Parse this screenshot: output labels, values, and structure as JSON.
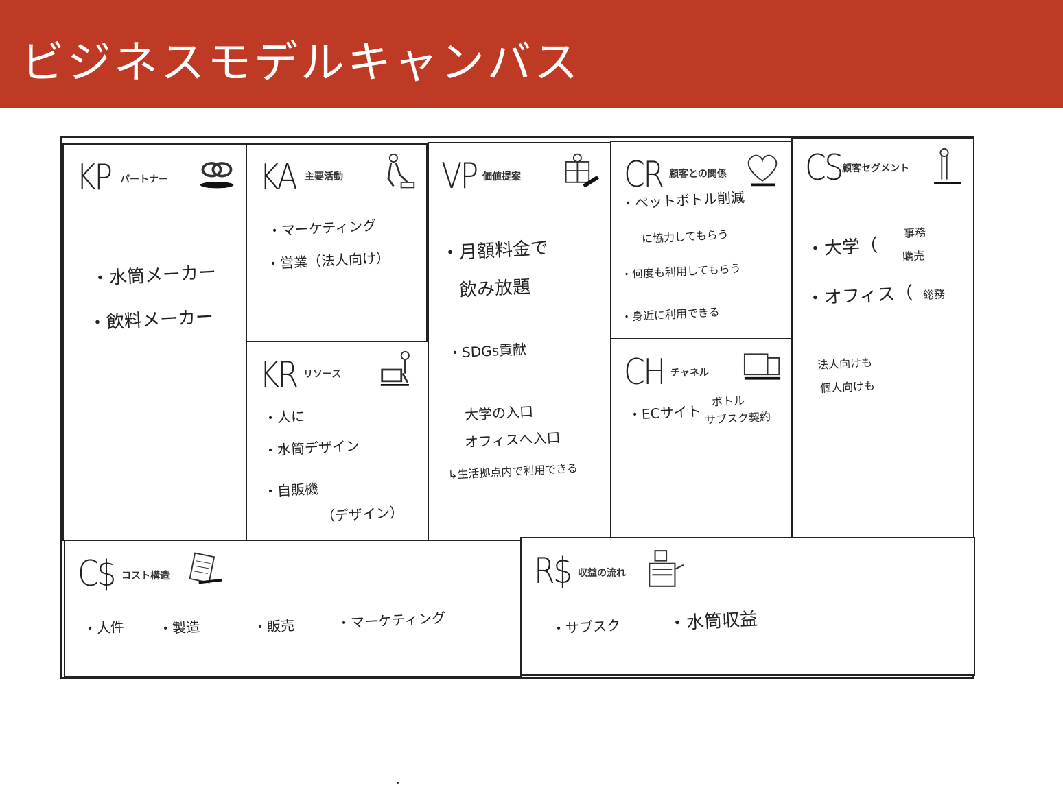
{
  "header": {
    "title": "ビジネスモデルキャンバス",
    "color": "#bf3a24"
  },
  "canvas": {
    "kp": {
      "code": "KP",
      "label": "パートナー",
      "icon": "chain-link-icon",
      "items": [
        "・水筒メーカー",
        "・飲料メーカー"
      ]
    },
    "ka": {
      "code": "KA",
      "label": "主要活動",
      "icon": "worker-icon",
      "items": [
        "・マーケティング",
        "・営業（法人向け）"
      ]
    },
    "kr": {
      "code": "KR",
      "label": "リソース",
      "icon": "worker-cart-icon",
      "items": [
        "・人に",
        "・水筒デザイン",
        "・自販機",
        "（デザイン）"
      ]
    },
    "vp": {
      "code": "VP",
      "label": "価値提案",
      "icon": "gift-icon",
      "items": [
        "・月額料金で",
        "飲み放題",
        "・SDGs貢献",
        "大学の入口",
        "オフィスへ入口",
        "↳生活拠点内で利用できる"
      ]
    },
    "cr": {
      "code": "CR",
      "label": "顧客との関係",
      "icon": "heart-icon",
      "items": [
        "・ペットボトル削減",
        "に協力してもらう",
        "・何度も利用してもらう",
        "・身近に利用できる"
      ]
    },
    "ch": {
      "code": "CH",
      "label": "チャネル",
      "icon": "truck-icon",
      "items": [
        "・ECサイト",
        "ボトル",
        "サブスク契約"
      ]
    },
    "cs": {
      "code": "CS",
      "label": "顧客セグメント",
      "icon": "person-icon",
      "items": [
        "・大学（",
        "事務",
        "購売",
        "・オフィス（",
        "総務",
        "法人向けも",
        "個人向けも"
      ]
    },
    "cost": {
      "code": "C$",
      "label": "コスト構造",
      "icon": "document-icon",
      "items": [
        "・人件",
        "・製造",
        "・販売",
        "・マーケティング"
      ]
    },
    "revenue": {
      "code": "R$",
      "label": "収益の流れ",
      "icon": "cash-register-icon",
      "items": [
        "・サブスク",
        "・水筒収益"
      ]
    }
  }
}
